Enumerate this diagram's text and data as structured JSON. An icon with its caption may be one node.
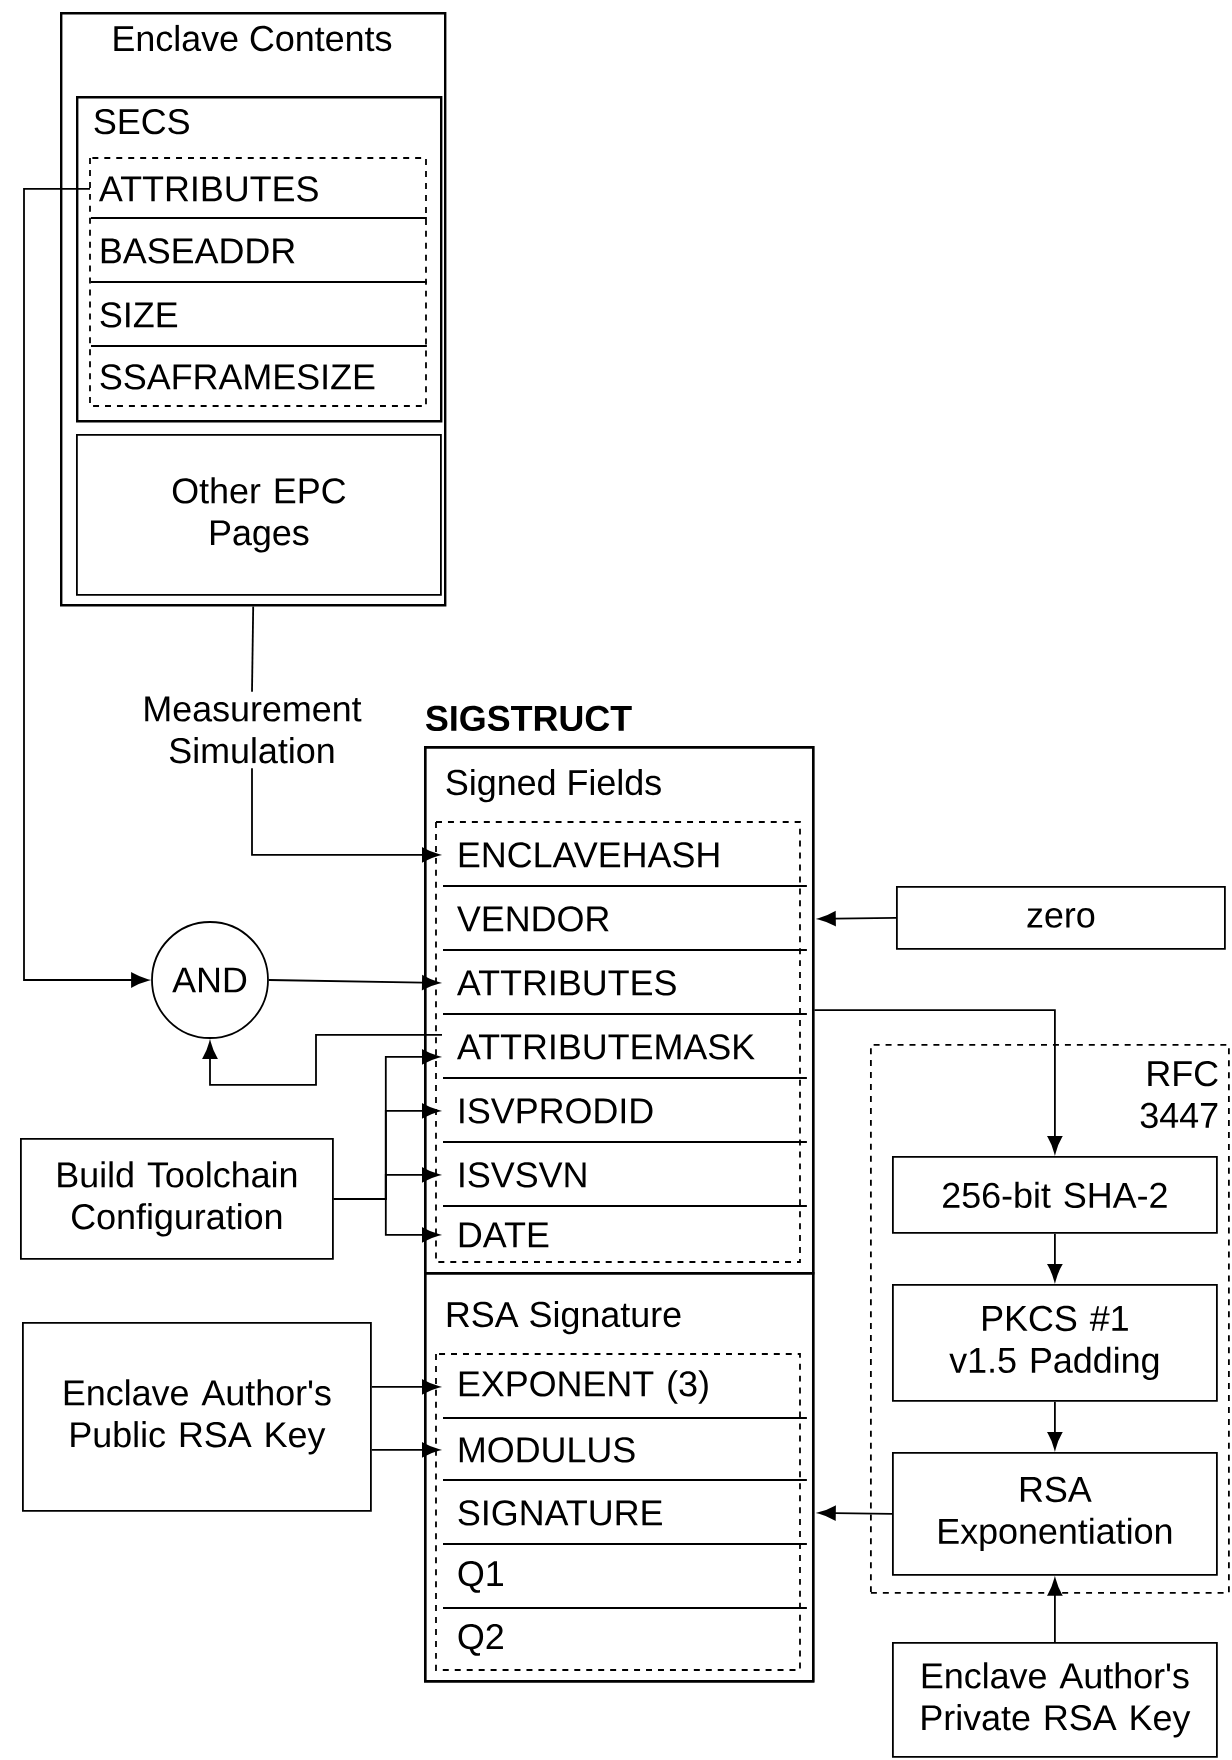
{
  "diagram": {
    "nodes": [
      {
        "text": [
          "Enclave Contents"
        ]
      },
      {
        "text": [
          "SECS"
        ],
        "in": 0
      },
      {
        "text": [
          "ATTRIBUTES"
        ],
        "in": 1
      },
      {
        "text": [
          "BASEADDR"
        ],
        "in": 1
      },
      {
        "text": [
          "SIZE"
        ],
        "in": 1
      },
      {
        "text": [
          "SSAFRAMESIZE"
        ],
        "in": 1
      },
      {
        "text": [
          "Other EPC Pages"
        ],
        "in": 0
      },
      {
        "text": [
          "Measurement Simulation"
        ]
      },
      {
        "text": [
          "SIGSTRUCT"
        ]
      },
      {
        "text": [
          "Signed Fields"
        ],
        "in": 8
      },
      {
        "text": [
          "ENCLAVEHASH"
        ],
        "in": 9
      },
      {
        "text": [
          "VENDOR"
        ],
        "in": 9
      },
      {
        "text": [
          "ATTRIBUTES"
        ],
        "in": 9
      },
      {
        "text": [
          "ATTRIBUTEMASK"
        ],
        "in": 9
      },
      {
        "text": [
          "ISVPRODID"
        ],
        "in": 9
      },
      {
        "text": [
          "ISVSVN"
        ],
        "in": 9
      },
      {
        "text": [
          "DATE"
        ],
        "in": 9
      },
      {
        "text": [
          "RSA Signature"
        ],
        "in": 8
      },
      {
        "text": [
          "EXPONENT (3)"
        ],
        "in": 17
      },
      {
        "text": [
          "MODULUS"
        ],
        "in": 17
      },
      {
        "text": [
          "SIGNATURE"
        ],
        "in": 17
      },
      {
        "text": [
          "Q1"
        ],
        "in": 17
      },
      {
        "text": [
          "Q2"
        ],
        "in": 17
      },
      {
        "text": [
          "AND"
        ]
      },
      {
        "text": [
          "zero"
        ]
      },
      {
        "text": [
          "Build Toolchain Configuration"
        ]
      },
      {
        "text": [
          "RFC 3447"
        ]
      },
      {
        "text": [
          "256-bit SHA-2"
        ],
        "in": 26
      },
      {
        "text": [
          "PKCS #1 v1.5 Padding"
        ],
        "in": 26
      },
      {
        "text": [
          "RSA Exponentiation"
        ],
        "in": 26
      },
      {
        "text": [
          "Enclave Author's Public RSA Key"
        ]
      },
      {
        "text": [
          "Enclave Author's Private RSA Key"
        ]
      }
    ],
    "edges": [
      {
        "from": 2,
        "to": 23,
        "arrow": "to"
      },
      {
        "from": 23,
        "to": 12,
        "arrow": "to"
      },
      {
        "from": 13,
        "to": 23,
        "arrow": "to"
      },
      {
        "from": 0,
        "to": 7,
        "arrow": "none"
      },
      {
        "from": 7,
        "to": 10,
        "arrow": "to"
      },
      {
        "from": 24,
        "to": 11,
        "arrow": "to"
      },
      {
        "from": 25,
        "to": 13,
        "arrow": "to"
      },
      {
        "from": 25,
        "to": 14,
        "arrow": "to"
      },
      {
        "from": 25,
        "to": 15,
        "arrow": "to"
      },
      {
        "from": 25,
        "to": 16,
        "arrow": "to"
      },
      {
        "from": 9,
        "to": 27,
        "arrow": "to"
      },
      {
        "from": 27,
        "to": 28,
        "arrow": "to"
      },
      {
        "from": 28,
        "to": 29,
        "arrow": "to"
      },
      {
        "from": 29,
        "to": 20,
        "arrow": "to"
      },
      {
        "from": 31,
        "to": 29,
        "arrow": "to"
      },
      {
        "from": 30,
        "to": 18,
        "arrow": "to"
      },
      {
        "from": 30,
        "to": 19,
        "arrow": "to"
      }
    ]
  }
}
